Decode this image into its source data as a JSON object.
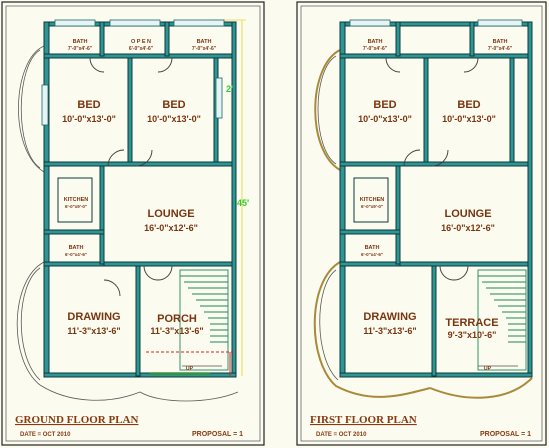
{
  "ground_plan": {
    "title": "GROUND FLOOR PLAN",
    "date": "DATE = OCT 2010",
    "proposal": "PROPOSAL = 1",
    "rooms": {
      "bath_left": {
        "name": "BATH",
        "size": "7'-0\"x4'-6\""
      },
      "opens": {
        "name": "O P E N",
        "size": "6'-0\"x4'-6\""
      },
      "bath_right": {
        "name": "BATH",
        "size": "7'-0\"x4'-6\""
      },
      "bed_left": {
        "name": "BED",
        "size": "10'-0\"x13'-0\""
      },
      "bed_right": {
        "name": "BED",
        "size": "10'-0\"x13'-0\""
      },
      "kitchen": {
        "name": "KITCHEN",
        "size": "6'-0\"x9'-0\""
      },
      "lounge": {
        "name": "LOUNGE",
        "size": "16'-0\"x12'-6\""
      },
      "bath_mid": {
        "name": "BATH",
        "size": "6'-0\"x4'-6\""
      },
      "drawing": {
        "name": "DRAWING",
        "size": "11'-3\"x13'-6\""
      },
      "porch": {
        "name": "PORCH",
        "size": "11'-3\"x13'-6\""
      }
    },
    "dim_2": "2'",
    "dim_45": "45'",
    "up": "UP"
  },
  "first_plan": {
    "title": "FIRST FLOOR PLAN",
    "date": "DATE = OCT 2010",
    "proposal": "PROPOSAL = 1",
    "rooms": {
      "bath_left": {
        "name": "BATH",
        "size": "7'-0\"x4'-6\""
      },
      "bath_right": {
        "name": "BATH",
        "size": "7'-0\"x4'-6\""
      },
      "bed_left": {
        "name": "BED",
        "size": "10'-0\"x13'-0\""
      },
      "bed_right": {
        "name": "BED",
        "size": "10'-0\"x13'-0\""
      },
      "kitchen": {
        "name": "KITCHEN",
        "size": "6'-0\"x9'-0\""
      },
      "lounge": {
        "name": "LOUNGE",
        "size": "16'-0\"x12'-6\""
      },
      "bath_mid": {
        "name": "BATH",
        "size": "6'-0\"x4'-6\""
      },
      "drawing": {
        "name": "DRAWING",
        "size": "11'-3\"x13'-6\""
      },
      "terrace": {
        "name": "TERRACE",
        "size": "9'-3\"x10'-6\""
      }
    },
    "up": "UP"
  },
  "colors": {
    "wall": "#2e9494",
    "label": "#7a3410",
    "green_dim": "#33cc33",
    "guide_yellow": "#e8e26a",
    "red_dim": "#dd2222",
    "background": "#fbfbef"
  }
}
